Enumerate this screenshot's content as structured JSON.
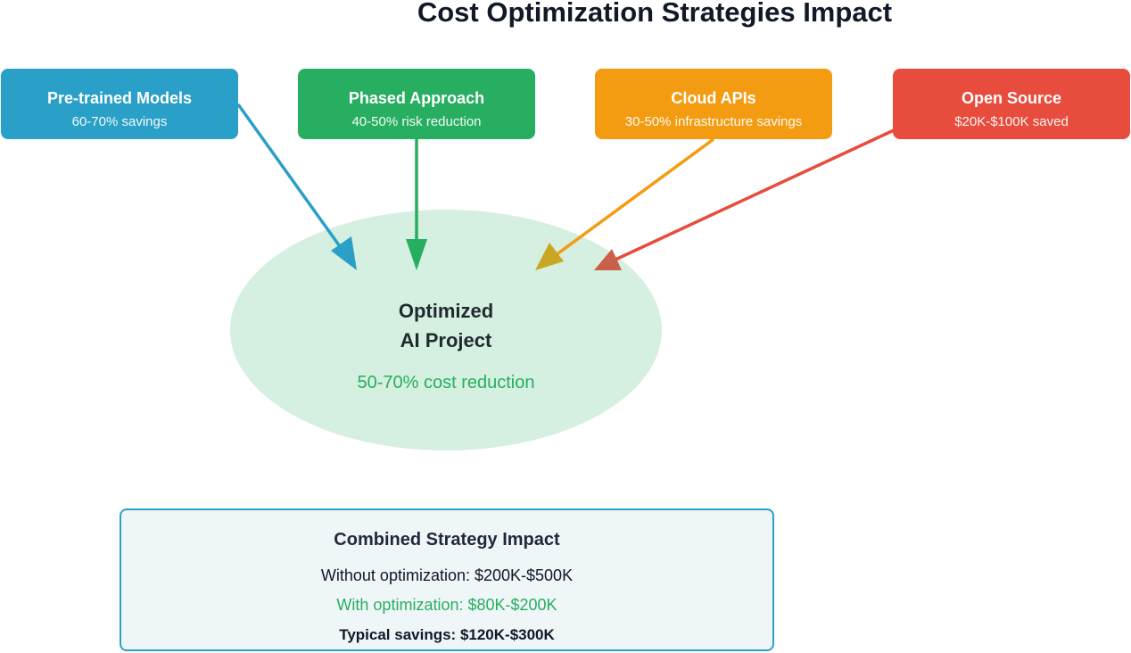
{
  "title": "Cost Optimization Strategies Impact",
  "strategies": [
    {
      "name": "Pre-trained Models",
      "detail": "60-70% savings",
      "color": "#2a9fc7"
    },
    {
      "name": "Phased Approach",
      "detail": "40-50% risk reduction",
      "color": "#27ae60"
    },
    {
      "name": "Cloud APIs",
      "detail": "30-50% infrastructure savings",
      "color": "#f39c12"
    },
    {
      "name": "Open Source",
      "detail": "$20K-$100K saved",
      "color": "#e74c3c"
    }
  ],
  "center": {
    "title_line1": "Optimized",
    "title_line2": "AI Project",
    "subtitle": "50-70% cost reduction",
    "fill_color": "#d5efe0"
  },
  "summary": {
    "title": "Combined Strategy Impact",
    "without": "Without optimization: $200K-$500K",
    "with": "With optimization: $80K-$200K",
    "savings": "Typical savings: $120K-$300K"
  }
}
